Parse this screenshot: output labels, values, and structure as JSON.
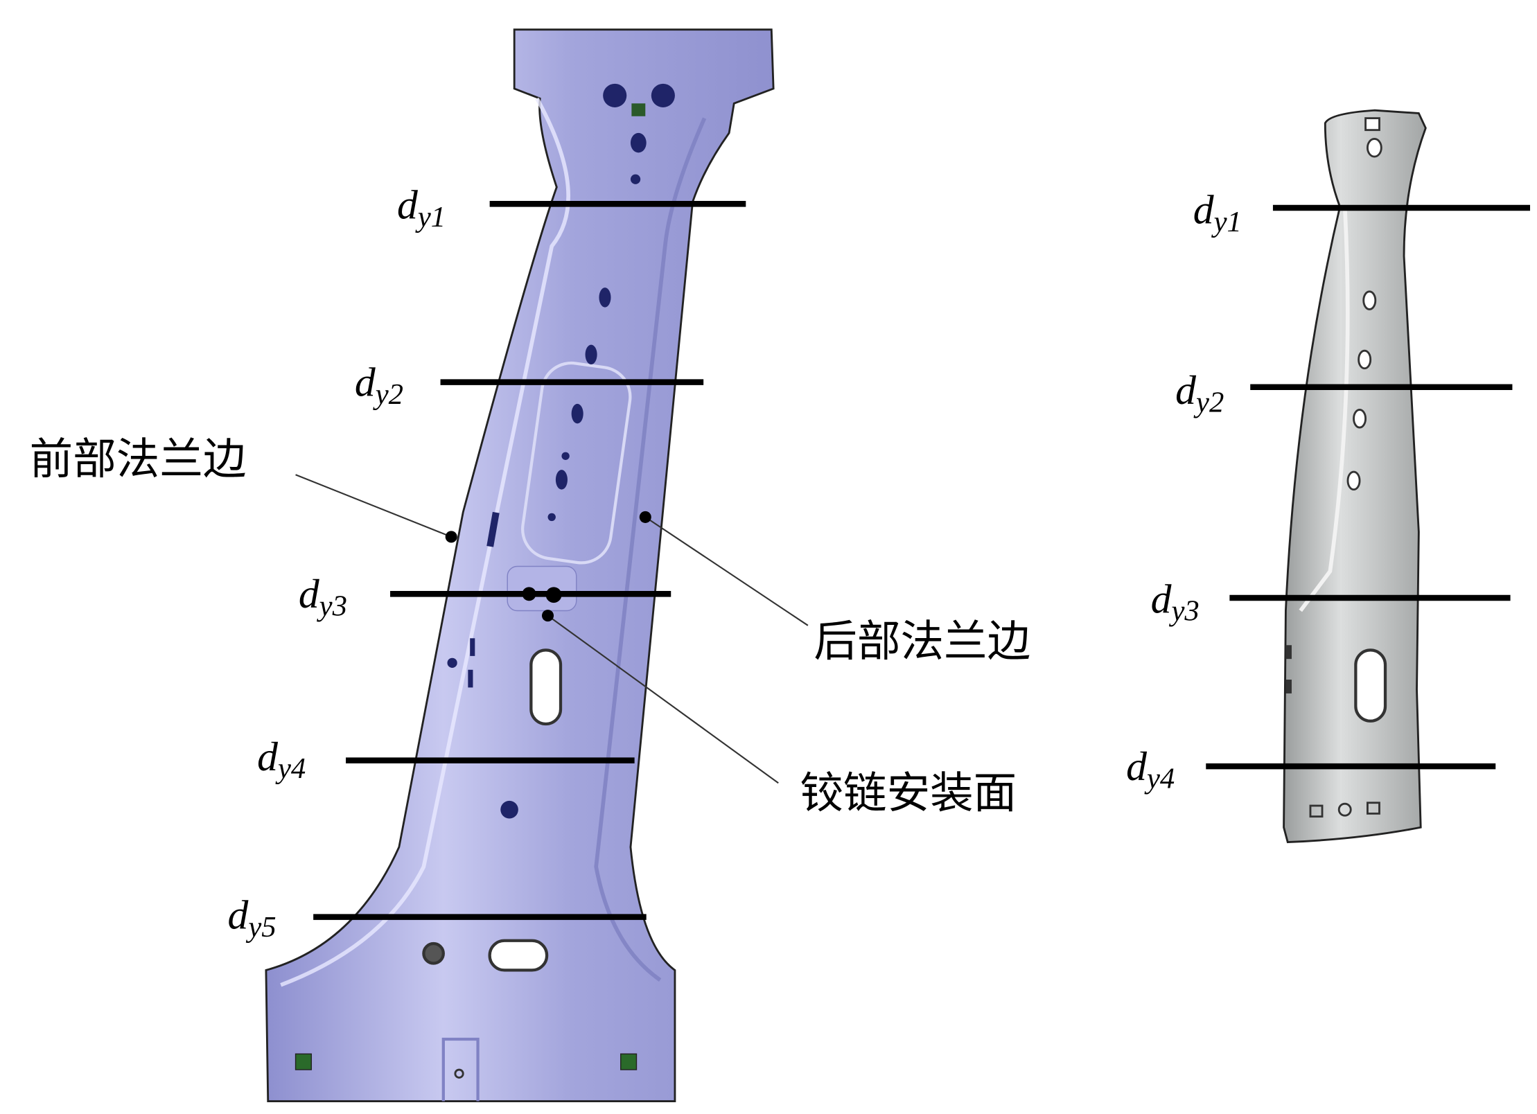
{
  "left_part": {
    "sections": [
      {
        "main": "d",
        "sub": "y1"
      },
      {
        "main": "d",
        "sub": "y2"
      },
      {
        "main": "d",
        "sub": "y3"
      },
      {
        "main": "d",
        "sub": "y4"
      },
      {
        "main": "d",
        "sub": "y5"
      }
    ],
    "callouts": {
      "front_flange": "前部法兰边",
      "rear_flange": "后部法兰边",
      "hinge_surface": "铰链安装面"
    }
  },
  "right_part": {
    "sections": [
      {
        "main": "d",
        "sub": "y1"
      },
      {
        "main": "d",
        "sub": "y2"
      },
      {
        "main": "d",
        "sub": "y3"
      },
      {
        "main": "d",
        "sub": "y4"
      }
    ]
  },
  "colors": {
    "left_part_fill": "#a4a6dc",
    "right_part_fill": "#b9bcbc",
    "line": "#000000"
  }
}
